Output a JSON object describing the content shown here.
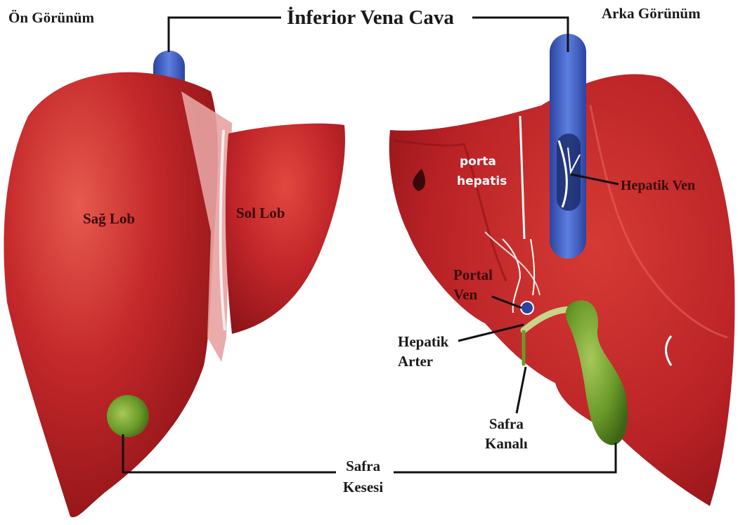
{
  "colors": {
    "liver": "#c4282a",
    "liver_dark": "#8e1216",
    "liver_light": "#e0443c",
    "vena_cava": "#3f5fc8",
    "gallbladder": "#6a9a2a",
    "ligament": "#e8a0a0",
    "line": "#111111"
  },
  "labels": {
    "front_view": "Ön Görünüm",
    "back_view": "Arka Görünüm",
    "inferior_vena_cava": "İnferior Vena Cava",
    "right_lobe": "Sağ Lob",
    "left_lobe": "Sol Lob",
    "porta_hepatis_line1": "porta",
    "porta_hepatis_line2": "hepatis",
    "hepatic_vein": "Hepatik Ven",
    "portal_vein_line1": "Portal",
    "portal_vein_line2": "Ven",
    "hepatic_artery_line1": "Hepatik",
    "hepatic_artery_line2": "Arter",
    "bile_duct_line1": "Safra",
    "bile_duct_line2": "Kanalı",
    "gallbladder_line1": "Safra",
    "gallbladder_line2": "Kesesi"
  }
}
